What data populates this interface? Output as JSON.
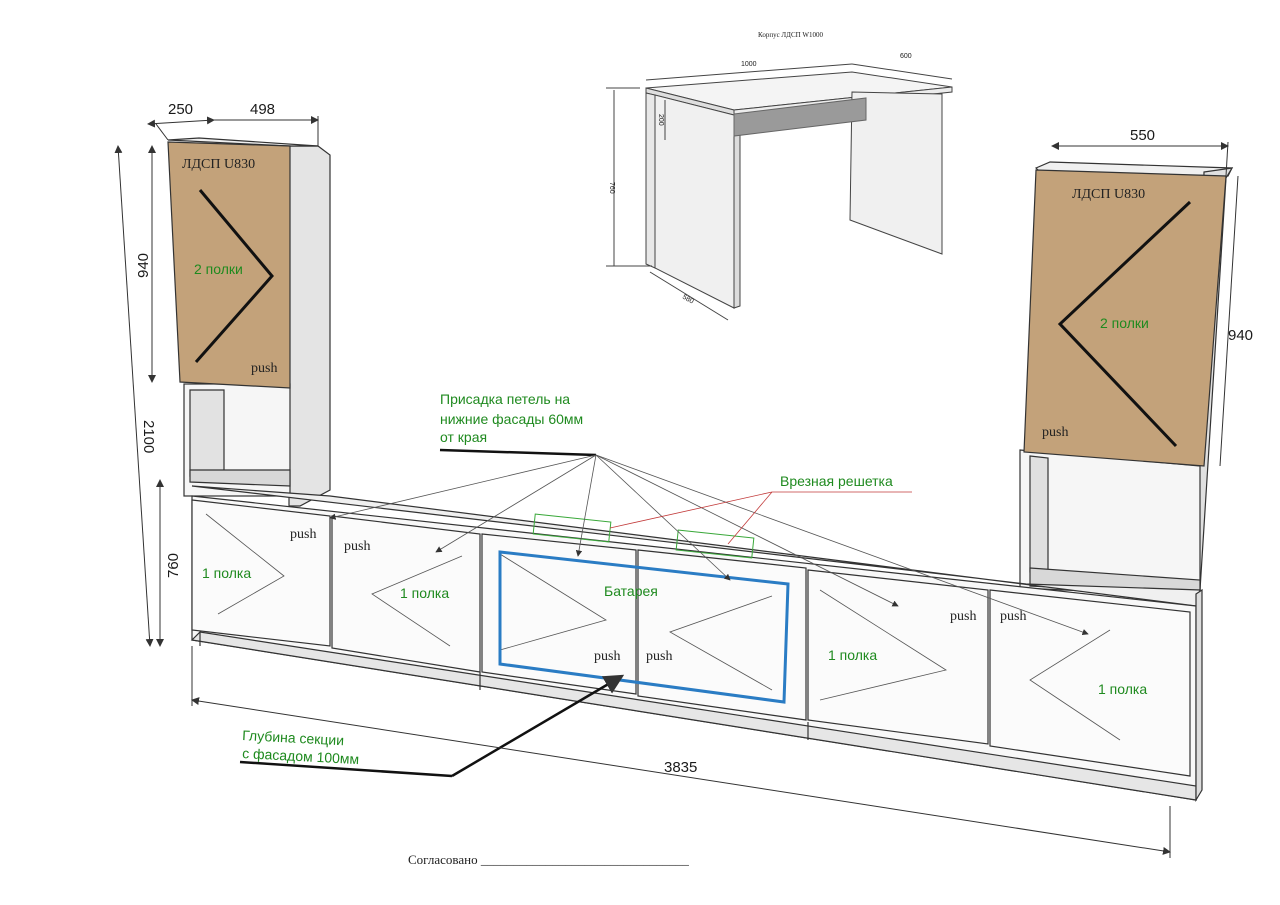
{
  "inset": {
    "title": "Корпус ЛДСП  W1000",
    "dims": {
      "width": "1000",
      "depth": "600",
      "height": "760",
      "rail": "200",
      "side": "580"
    }
  },
  "dims": {
    "left_depth": "250",
    "left_width": "498",
    "left_top_height": "940",
    "total_height": "2100",
    "base_height": "760",
    "right_width": "550",
    "right_top_height": "940",
    "total_length": "3835"
  },
  "labels": {
    "material_left": "ЛДСП U830",
    "material_right": "ЛДСП U830",
    "shelves_2_left": "2 полки",
    "shelves_2_right": "2 полки",
    "shelf_1_a": "1 полка",
    "shelf_1_b": "1 полка",
    "shelf_1_c": "1 полка",
    "shelf_1_d": "1 полка",
    "battery": "Батарея",
    "hinge_note": [
      "Присадка петель на",
      "нижние фасады 60мм",
      "от края"
    ],
    "grille": "Врезная решетка",
    "depth_note": [
      "Глубина секции",
      "с фасадом 100мм"
    ],
    "push": "push",
    "approve": "Согласовано ________________________________"
  },
  "colors": {
    "wood": "#c3a27a",
    "green": "#1f8a1f",
    "blue": "#2a7cc4",
    "line": "#333333"
  }
}
